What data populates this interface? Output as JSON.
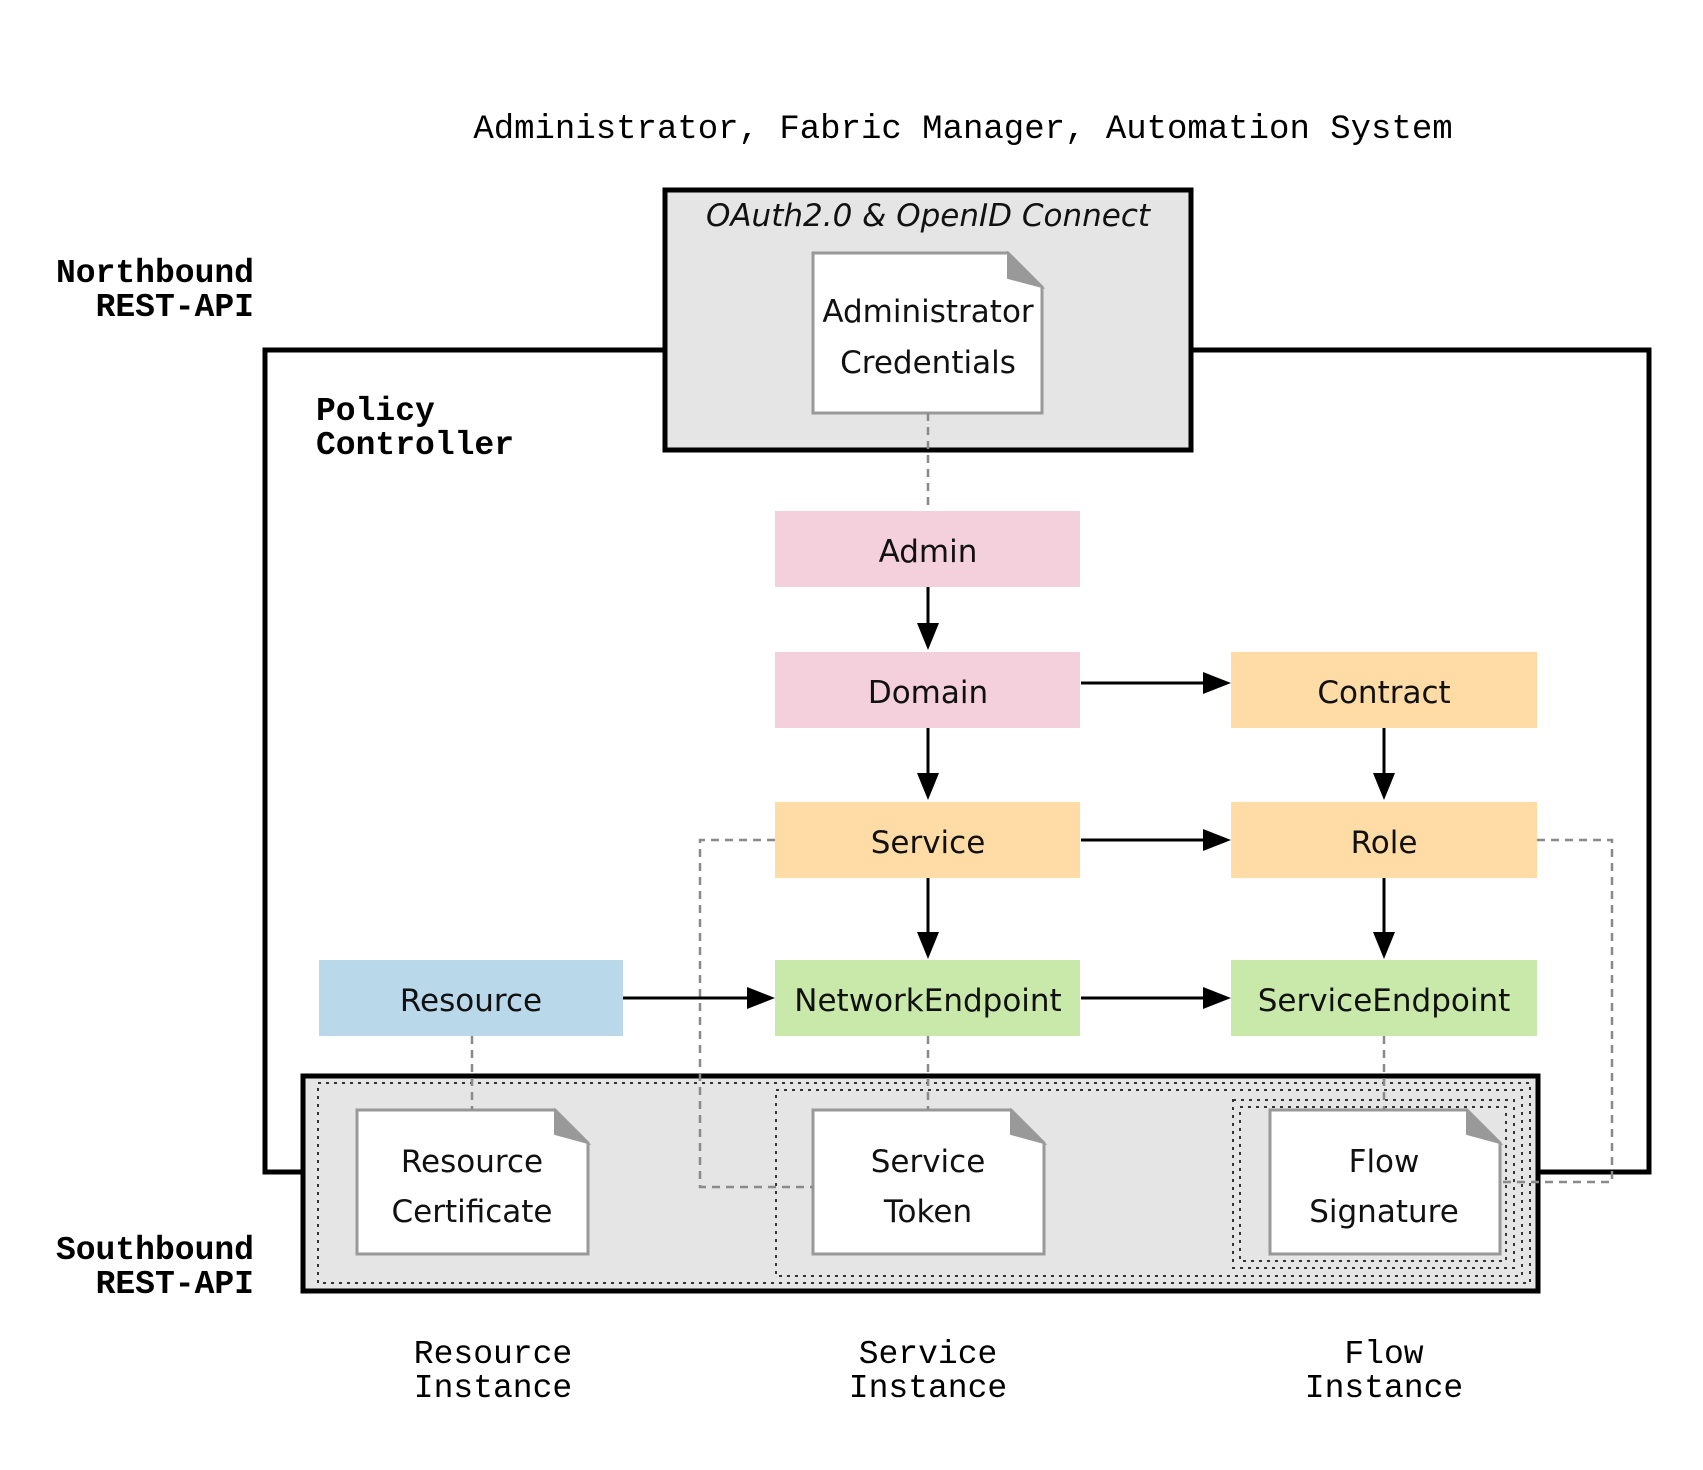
{
  "header": {
    "title": "Administrator, Fabric Manager, Automation System"
  },
  "side_labels": {
    "northbound_line1": "Northbound",
    "northbound_line2": "REST-API",
    "southbound_line1": "Southbound",
    "southbound_line2": "REST-API"
  },
  "controller": {
    "line1": "Policy",
    "line2": "Controller"
  },
  "oauth": {
    "title": "OAuth2.0 & OpenID Connect",
    "credentials_line1": "Administrator",
    "credentials_line2": "Credentials"
  },
  "nodes": {
    "admin": "Admin",
    "domain": "Domain",
    "contract": "Contract",
    "service": "Service",
    "role": "Role",
    "resource": "Resource",
    "network_endpoint": "NetworkEndpoint",
    "service_endpoint": "ServiceEndpoint"
  },
  "documents": {
    "resource_cert_line1": "Resource",
    "resource_cert_line2": "Certificate",
    "service_token_line1": "Service",
    "service_token_line2": "Token",
    "flow_sig_line1": "Flow",
    "flow_sig_line2": "Signature"
  },
  "instances": {
    "resource_line1": "Resource",
    "resource_line2": "Instance",
    "service_line1": "Service",
    "service_line2": "Instance",
    "flow_line1": "Flow",
    "flow_line2": "Instance"
  },
  "colors": {
    "pink": "#f4d0dc",
    "orange": "#ffdba6",
    "blue": "#b9d8ea",
    "green": "#c9e9aa",
    "panel_gray": "#e5e5e5",
    "doc_border": "#999999"
  }
}
